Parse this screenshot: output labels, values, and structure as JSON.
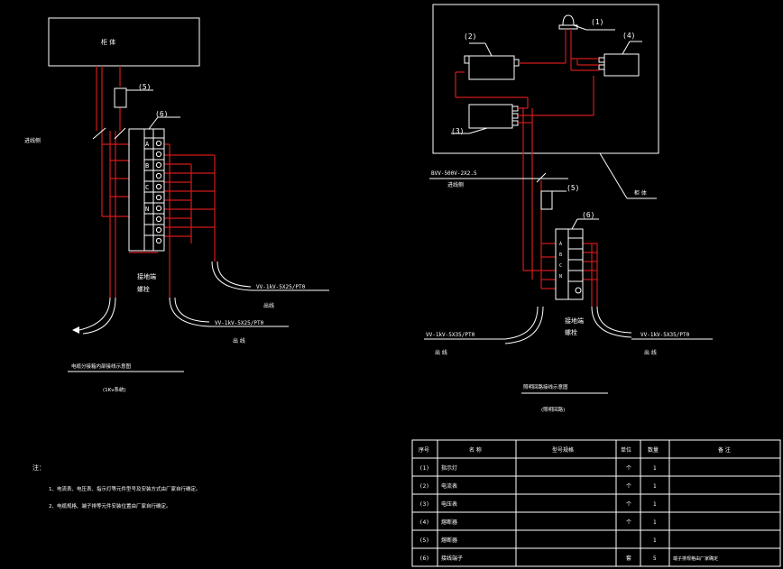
{
  "colors": {
    "background": "#000000",
    "line": "#ffffff",
    "wire": "#d11a1a"
  },
  "left": {
    "box_label": "柜 体",
    "side_label": "进线侧",
    "marker_5": "(5)",
    "marker_6": "(6)",
    "terminals": [
      "A",
      "B",
      "C",
      "N"
    ],
    "terminal_caption_1": "接地端",
    "terminal_caption_2": "螺栓",
    "cable_right": "VV-1kV-5X25/PT0",
    "cable_right_label": "出线",
    "cable_bottom": "VV-1kV-5X25/PT0",
    "cable_bottom_label": "出 线",
    "caption": "电缆分接箱内部接线示意图",
    "subcaption": "(1Kv系统)"
  },
  "right": {
    "markers": [
      "(1)",
      "(2)",
      "(3)",
      "(4)",
      "(5)",
      "(6)"
    ],
    "cable_top": "BVV-500V-2X2.5",
    "cable_top_label": "进线侧",
    "box_label": "柜 体",
    "terminals": [
      "A",
      "B",
      "C",
      "N"
    ],
    "terminal_caption_1": "接地端",
    "terminal_caption_2": "螺栓",
    "cable_left": "VV-1kV-5X35/PT0",
    "cable_left_label": "出 线",
    "cable_right": "VV-1kV-5X35/PT0",
    "cable_right_label": "出 线",
    "caption": "照明回路接线示意图",
    "subcaption": "(照明回路)"
  },
  "notes": {
    "title": "注：",
    "lines": [
      "1、电流表、电压表、指示灯等元件型号及安装方式由厂家自行确定。",
      "2、电缆规格、端子排等元件安装位置由厂家自行确定。"
    ]
  },
  "table": {
    "headers": [
      "序号",
      "名 称",
      "型号规格",
      "单位",
      "数量",
      "备 注"
    ],
    "rows": [
      [
        "(1)",
        "指示灯",
        "",
        "个",
        "1",
        ""
      ],
      [
        "(2)",
        "电流表",
        "",
        "个",
        "1",
        ""
      ],
      [
        "(3)",
        "电压表",
        "",
        "个",
        "1",
        ""
      ],
      [
        "(4)",
        "熔断器",
        "",
        "个",
        "1",
        ""
      ],
      [
        "(5)",
        "熔断器",
        "",
        "",
        "1",
        ""
      ],
      [
        "(6)",
        "接线端子",
        "",
        "套",
        "5",
        "端子排规格由厂家确定"
      ]
    ]
  }
}
